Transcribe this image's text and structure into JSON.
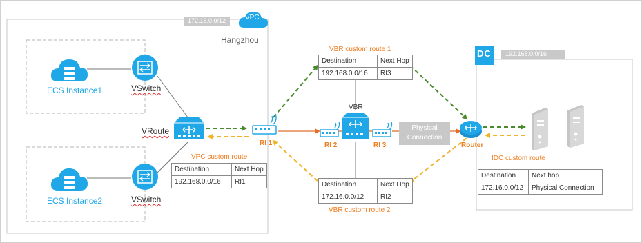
{
  "vpc": {
    "cidr": "172.16.0.0/12",
    "badge": "VPC",
    "region": "Hangzhou",
    "ecs1": "ECS Instance1",
    "ecs2": "ECS Instance2",
    "vswitch1": "VSwitch",
    "vswitch2": "VSwitch",
    "vrouter": "VRoute",
    "route_table": {
      "title": "VPC custom route",
      "headers": [
        "Destination",
        "Next Hop"
      ],
      "row": [
        "192.168.0.0/16",
        "RI1"
      ]
    }
  },
  "vbr": {
    "label": "VBR",
    "ri1": "RI 1",
    "ri2": "RI 2",
    "ri3": "RI 3",
    "route1": {
      "title": "VBR custom route 1",
      "headers": [
        "Destination",
        "Next Hop"
      ],
      "row": [
        "192.168.0.0/16",
        "RI3"
      ]
    },
    "route2": {
      "title": "VBR custom route 2",
      "headers": [
        "Destination",
        "Next Hop"
      ],
      "row": [
        "172.16.0.0/12",
        "RI2"
      ]
    }
  },
  "physical_connection": {
    "line1": "Physical",
    "line2": "Connection"
  },
  "idc": {
    "badge": "DC",
    "cidr": "192.168.0.0/16",
    "router": "Router",
    "route_table": {
      "title": "IDC custom route",
      "headers": [
        "Destination",
        "Next hop"
      ],
      "row": [
        "172.16.0.0/12",
        "Physical Connection"
      ]
    }
  },
  "colors": {
    "blue": "#1fa7e8",
    "green_arrow": "#4a8a2e",
    "yellow_arrow": "#f0b429",
    "orange_label": "#f07d1f",
    "orange_line": "#e2702a",
    "gray_tag": "#c9c9c9"
  }
}
